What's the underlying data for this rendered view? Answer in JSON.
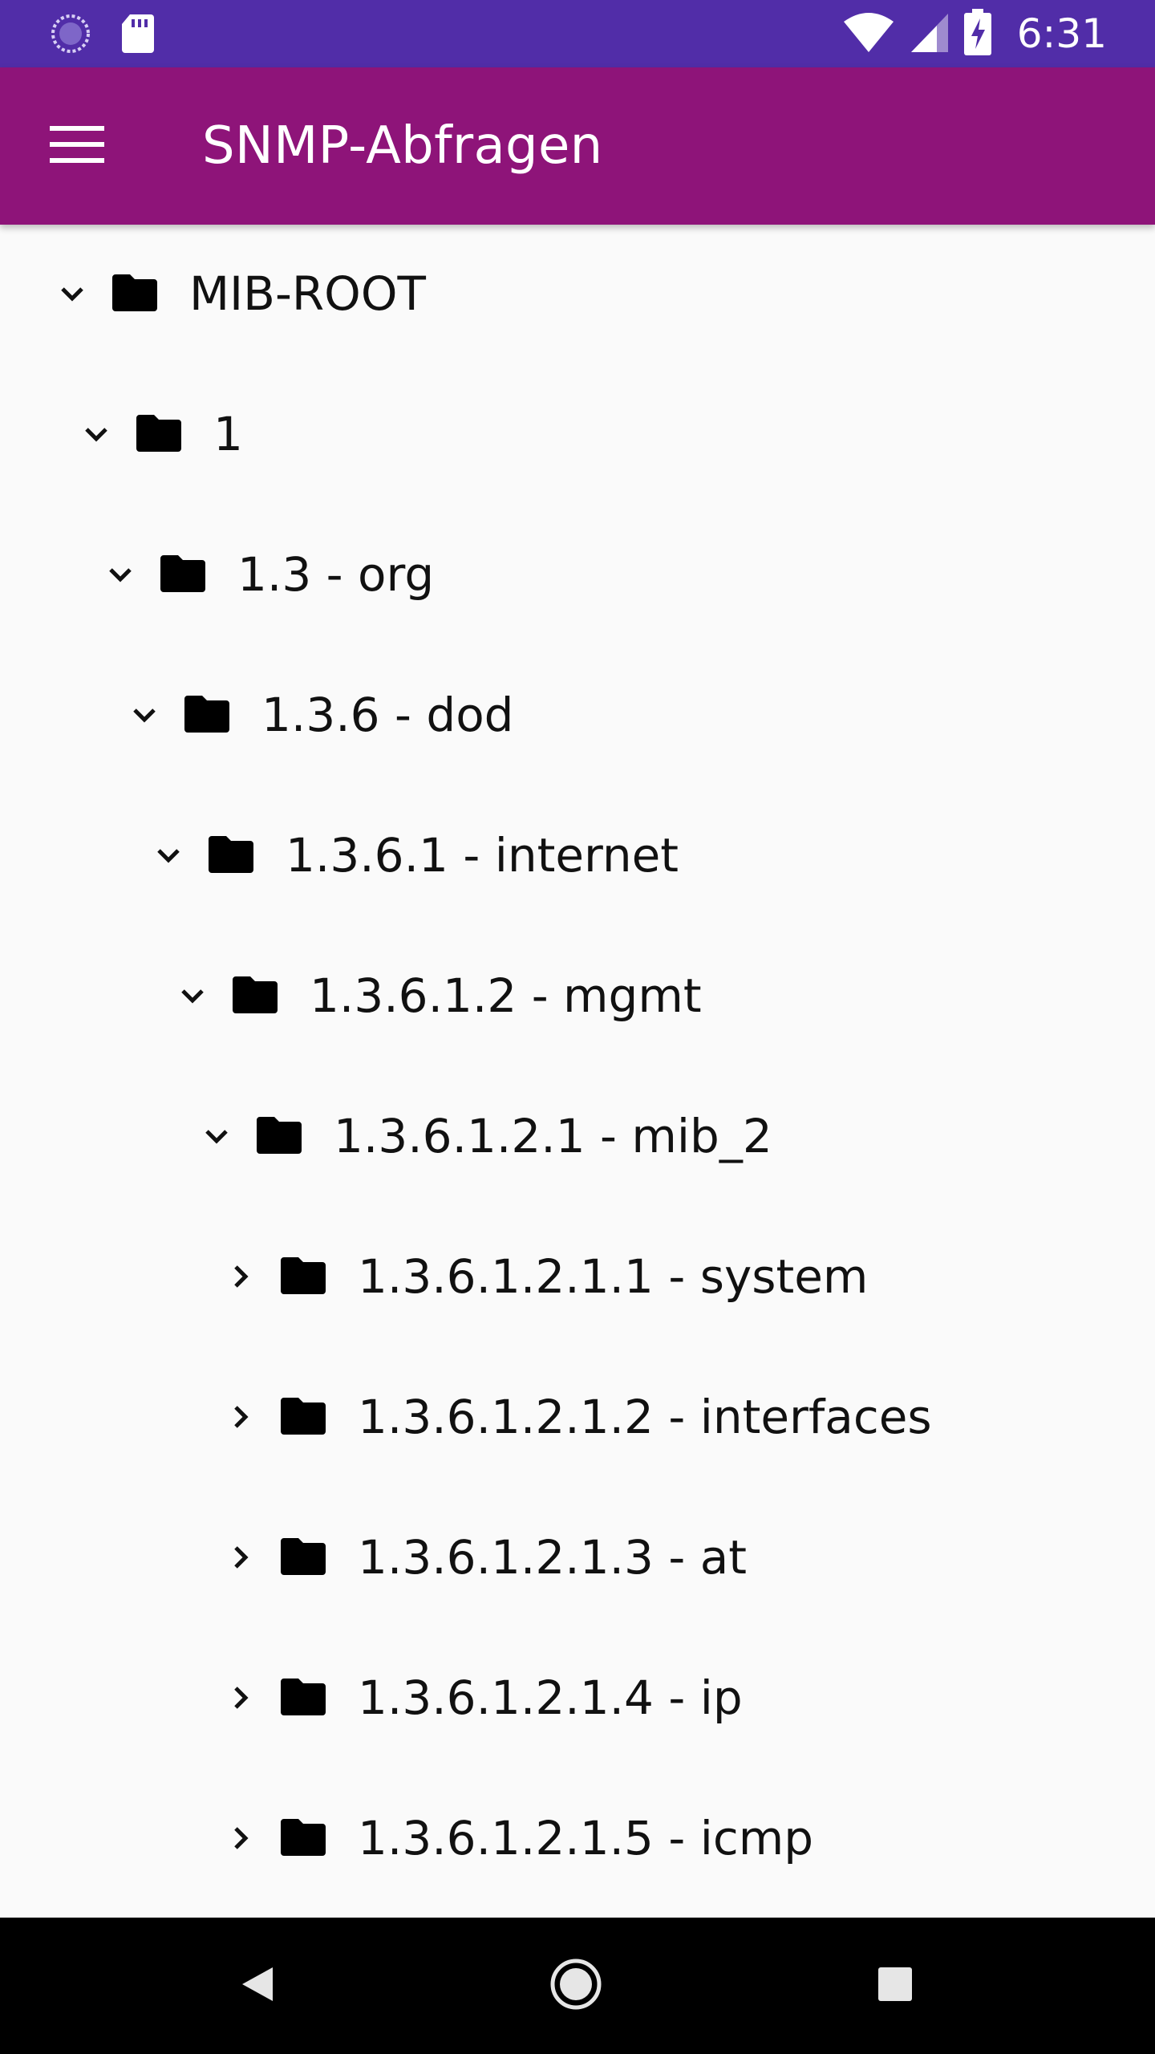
{
  "status_bar": {
    "time": "6:31",
    "icons": [
      "sync-icon",
      "sd-card-icon",
      "wifi-icon",
      "signal-icon",
      "battery-charging-icon"
    ]
  },
  "app_bar": {
    "title": "SNMP-Abfragen",
    "menu_icon": "menu-icon"
  },
  "tree": {
    "items": [
      {
        "label": "MIB-ROOT",
        "depth": 0,
        "expanded": true
      },
      {
        "label": "1",
        "depth": 1,
        "expanded": true
      },
      {
        "label": "1.3 - org",
        "depth": 2,
        "expanded": true
      },
      {
        "label": "1.3.6 - dod",
        "depth": 3,
        "expanded": true
      },
      {
        "label": "1.3.6.1 - internet",
        "depth": 4,
        "expanded": true
      },
      {
        "label": "1.3.6.1.2 - mgmt",
        "depth": 5,
        "expanded": true
      },
      {
        "label": "1.3.6.1.2.1 - mib_2",
        "depth": 6,
        "expanded": true
      },
      {
        "label": "1.3.6.1.2.1.1 - system",
        "depth": 7,
        "expanded": false
      },
      {
        "label": "1.3.6.1.2.1.2 - interfaces",
        "depth": 7,
        "expanded": false
      },
      {
        "label": "1.3.6.1.2.1.3 - at",
        "depth": 7,
        "expanded": false
      },
      {
        "label": "1.3.6.1.2.1.4 - ip",
        "depth": 7,
        "expanded": false
      },
      {
        "label": "1.3.6.1.2.1.5 - icmp",
        "depth": 7,
        "expanded": false
      }
    ]
  },
  "nav_bar": {
    "buttons": [
      "back-icon",
      "home-icon",
      "recents-icon"
    ]
  },
  "colors": {
    "status_bar": "#512da8",
    "app_bar": "#8e1479",
    "background": "#fafafa",
    "nav_bar": "#000000"
  }
}
